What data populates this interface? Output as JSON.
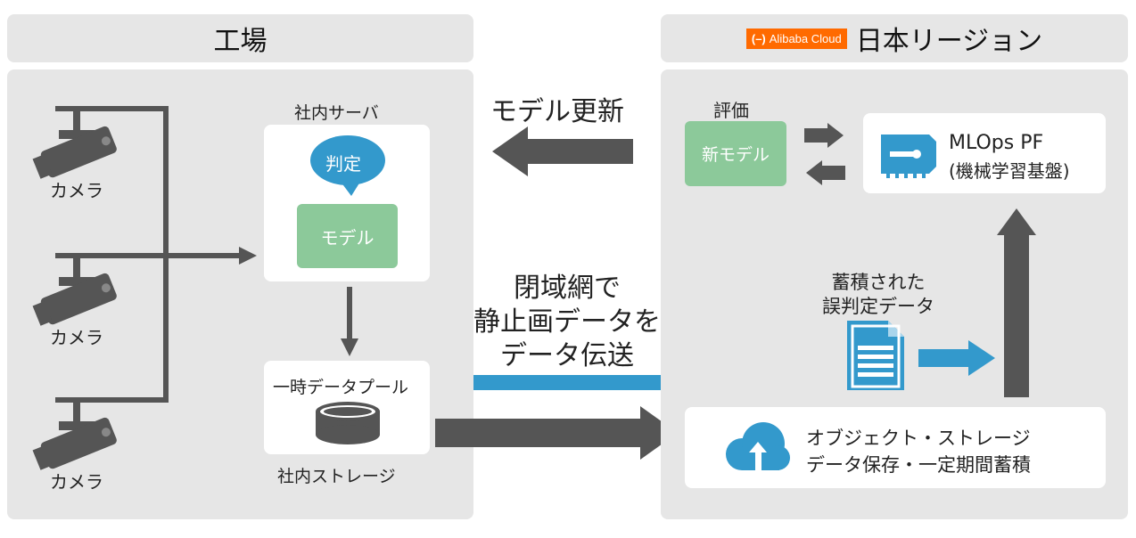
{
  "factory": {
    "header": "工場",
    "camera_label": "カメラ",
    "server_label": "社内サーバ",
    "judge_label": "判定",
    "model_label": "モデル",
    "pool_label": "一時データプール",
    "storage_label": "社内ストレージ"
  },
  "cloud": {
    "brand": "Alibaba Cloud",
    "header": "日本リージョン",
    "eval_label": "評価",
    "new_model_label": "新モデル",
    "mlops_title": "MLOps PF",
    "mlops_subtitle": "(機械学習基盤)",
    "accum_line1": "蓄積された",
    "accum_line2": "誤判定データ",
    "oss_line1": "オブジェクト・ストレージ",
    "oss_line2": "データ保存・一定期間蓄積"
  },
  "middle": {
    "model_update": "モデル更新",
    "transfer_line1": "閉域網で",
    "transfer_line2": "静止画データを",
    "transfer_line3": "データ伝送"
  },
  "colors": {
    "panel": "#e6e6e6",
    "arrow": "#555555",
    "green": "#8cc99a",
    "blue": "#3399cc",
    "brand": "#ff6a00"
  }
}
